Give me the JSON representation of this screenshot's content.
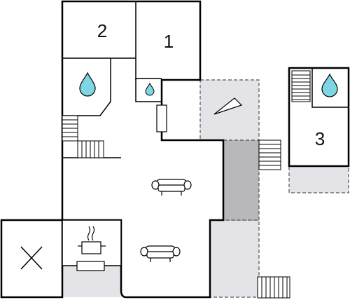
{
  "floorplan": {
    "rooms": [
      {
        "id": "bedroom-2",
        "label": "2"
      },
      {
        "id": "bedroom-1",
        "label": "1"
      },
      {
        "id": "bedroom-3",
        "label": "3"
      }
    ],
    "icons": [
      "water-drop-icon",
      "stairs-icon",
      "sofa-icon",
      "stove-icon",
      "fireplace-icon",
      "cross-icon"
    ],
    "colors": {
      "wall": "#000000",
      "outdoor_fill": "#e4e4e8",
      "covered_fill": "#b8b8bc",
      "drop_fill": "#7fd6e2",
      "background": "#ffffff"
    }
  }
}
